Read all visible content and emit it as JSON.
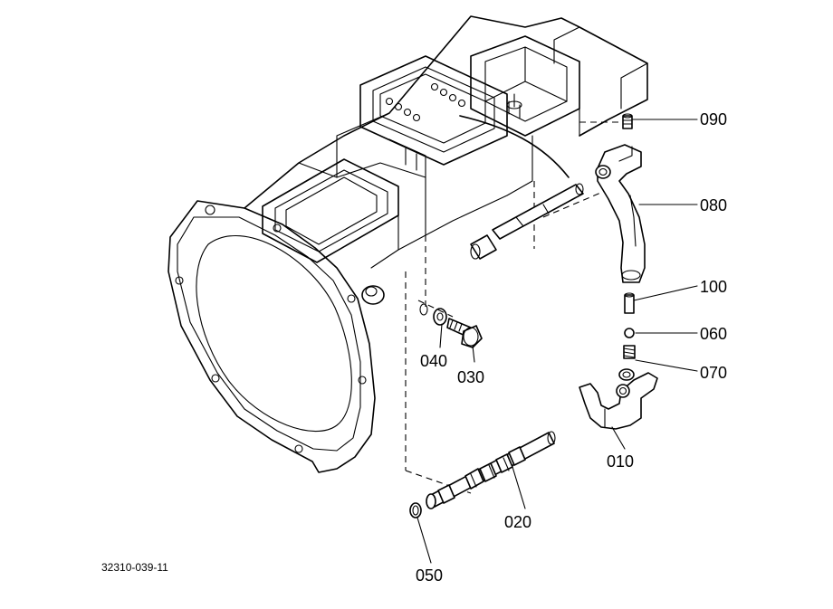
{
  "figure_code": "32310-039-11",
  "parts": [
    {
      "id": "p010",
      "label": "010"
    },
    {
      "id": "p020",
      "label": "020"
    },
    {
      "id": "p030",
      "label": "030"
    },
    {
      "id": "p040",
      "label": "040"
    },
    {
      "id": "p050",
      "label": "050"
    },
    {
      "id": "p060",
      "label": "060"
    },
    {
      "id": "p070",
      "label": "070"
    },
    {
      "id": "p080",
      "label": "080"
    },
    {
      "id": "p090",
      "label": "090"
    },
    {
      "id": "p100",
      "label": "100"
    }
  ]
}
